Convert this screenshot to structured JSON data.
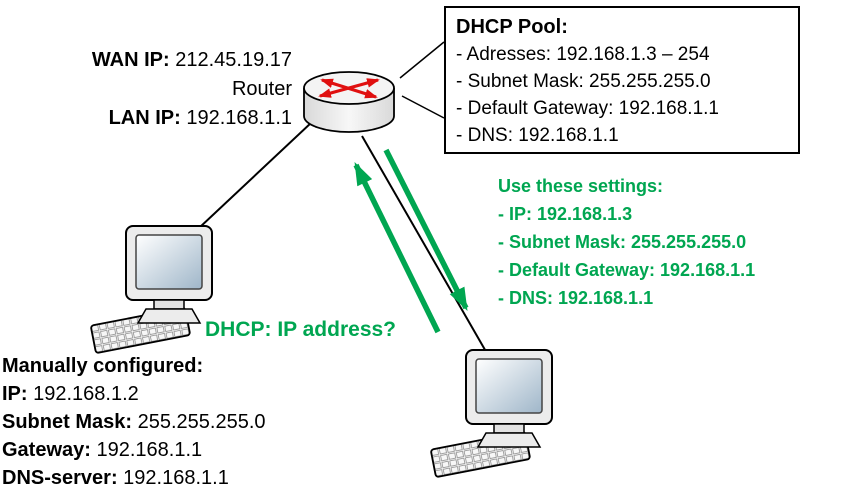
{
  "router_labels": {
    "wan_label": "WAN IP:",
    "wan_value": "212.45.19.17",
    "name": "Router",
    "lan_label": "LAN IP:",
    "lan_value": "192.168.1.1"
  },
  "dhcp_pool": {
    "title": "DHCP Pool:",
    "lines": [
      "- Adresses: 192.168.1.3 – 254",
      "- Subnet Mask: 255.255.255.0",
      "- Default Gateway: 192.168.1.1",
      "- DNS: 192.168.1.1"
    ]
  },
  "use_settings": {
    "title": "Use these settings:",
    "lines": [
      "- IP: 192.168.1.3",
      "- Subnet Mask: 255.255.255.0",
      "- Default Gateway: 192.168.1.1",
      "- DNS: 192.168.1.1"
    ]
  },
  "dhcp_request": "DHCP: IP address?",
  "manual": {
    "title": "Manually configured:",
    "items": [
      {
        "label": "IP:",
        "value": "192.168.1.2"
      },
      {
        "label": "Subnet Mask:",
        "value": "255.255.255.0"
      },
      {
        "label": "Gateway:",
        "value": "192.168.1.1"
      },
      {
        "label": "DNS-server:",
        "value": "192.168.1.1"
      }
    ]
  },
  "icons": {
    "router": "router-icon",
    "left_computer": "computer-icon",
    "right_computer": "computer-icon"
  },
  "colors": {
    "highlight_green": "#00a651",
    "router_arrow_red": "#e01010",
    "line_black": "#000000"
  }
}
